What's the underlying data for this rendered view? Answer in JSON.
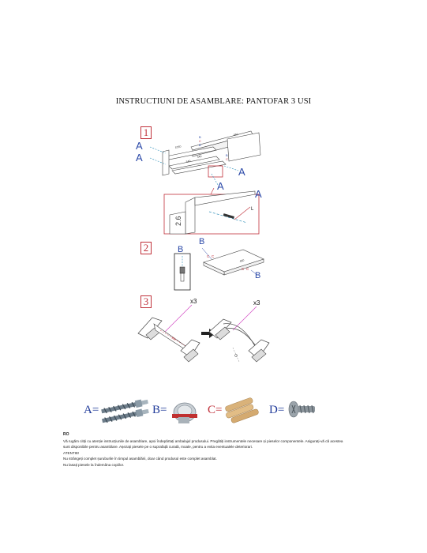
{
  "title": "INSTRUCTIUNI DE ASAMBLARE: PANTOFAR 3 USI",
  "steps": [
    {
      "number": "1"
    },
    {
      "number": "2"
    },
    {
      "number": "3"
    }
  ],
  "callouts": {
    "a": "A",
    "b": "B",
    "c": "C",
    "x3": "x3"
  },
  "detail_label": "L",
  "legend": [
    {
      "letter": "A=",
      "color": "#1f3a99",
      "icon": "cam-bolt-icon"
    },
    {
      "letter": "B=",
      "color": "#1f3a99",
      "icon": "cam-lock-icon"
    },
    {
      "letter": "C=",
      "color": "#c0303a",
      "icon": "wooden-dowel-icon"
    },
    {
      "letter": "D=",
      "color": "#1f3a99",
      "icon": "screw-icon"
    }
  ],
  "notes": {
    "language": "RO",
    "line1": "Vă rugăm citiți cu atenție instrucțiunile de asamblare, apoi îndepărtați ambalajul produsului. Pregătiți instrumentele necesare și pieselor componentele. Asigurați-vă că acestea",
    "line2": "sunt disponibile pentru asamblare. Așezați piesele pe o suprafață curată, moale, pentru a evita eventualele deteriorari.",
    "line3": "ATENTIE!",
    "line4": "Nu strângeți complet șuruburile în timpul asamblării, doar când produsul este complet asamblat.",
    "line5": "Nu lasați piesele la îndemâna copiilor."
  }
}
